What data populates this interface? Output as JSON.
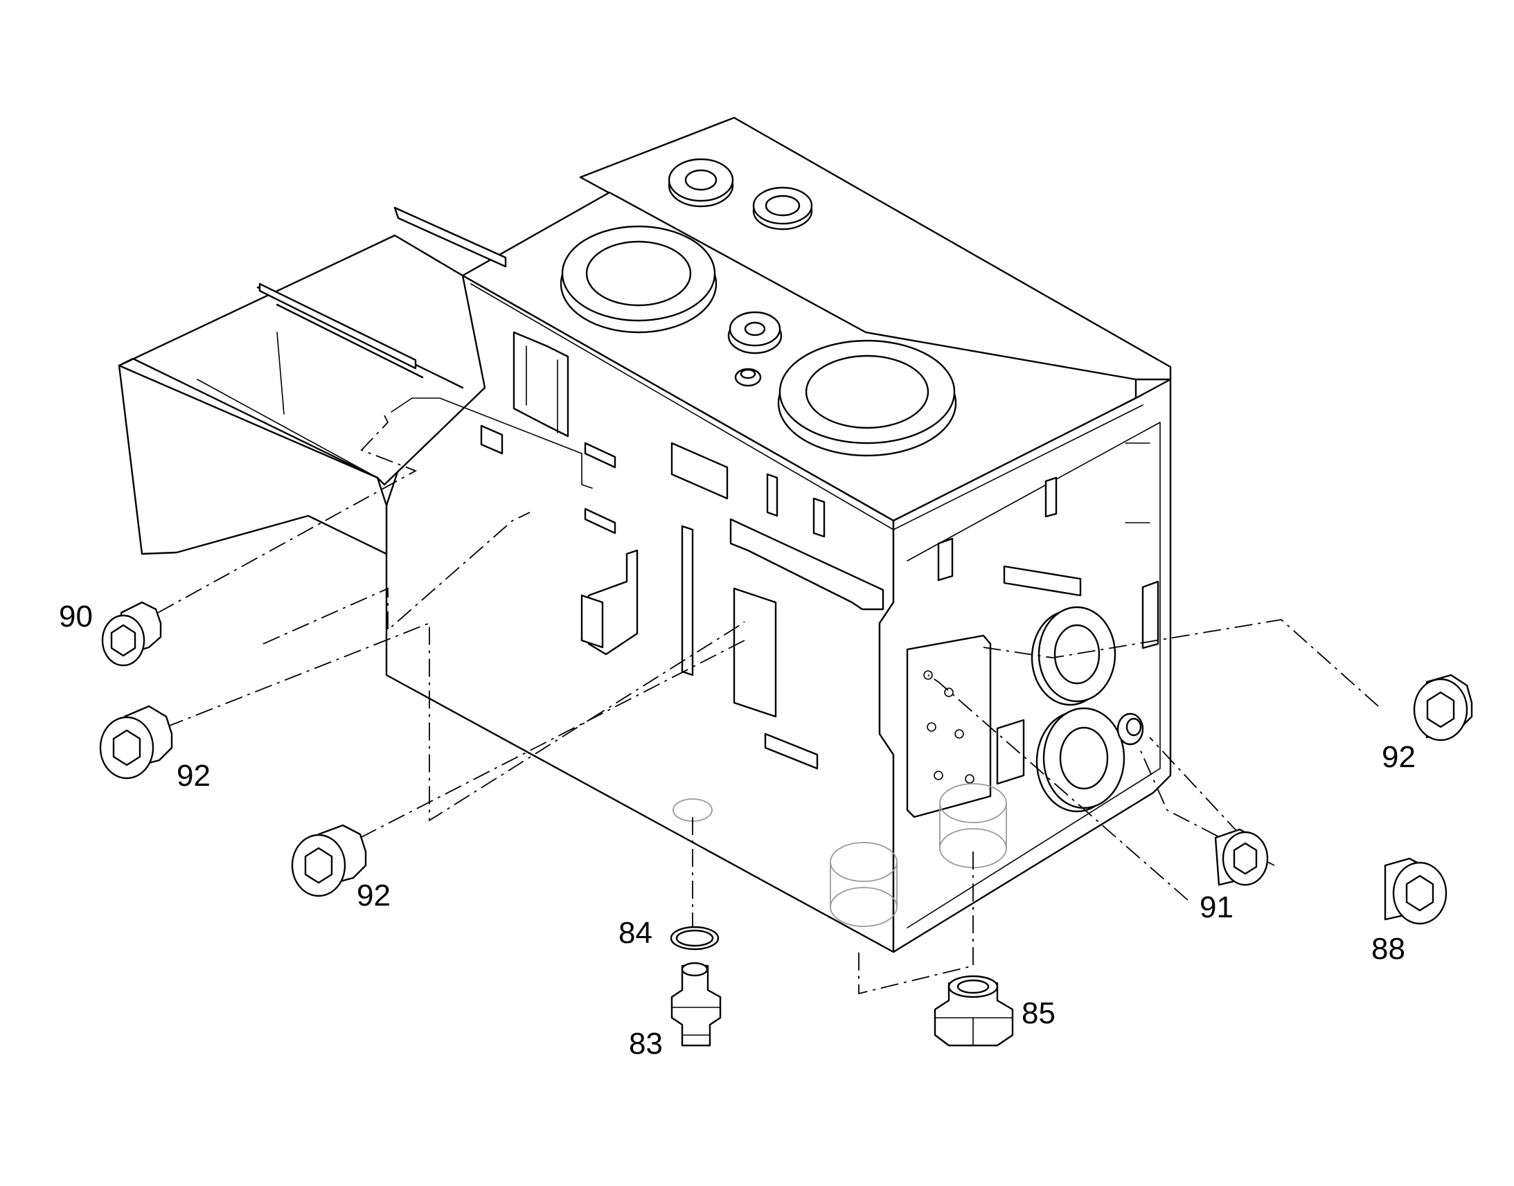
{
  "callouts": [
    {
      "id": "c90",
      "text": "90"
    },
    {
      "id": "c92a",
      "text": "92"
    },
    {
      "id": "c92b",
      "text": "92"
    },
    {
      "id": "c92c",
      "text": "92"
    },
    {
      "id": "c91",
      "text": "91"
    },
    {
      "id": "c88",
      "text": "88"
    },
    {
      "id": "c84",
      "text": "84"
    },
    {
      "id": "c83",
      "text": "83"
    },
    {
      "id": "c85",
      "text": "85"
    }
  ],
  "colors": {
    "line": "#000000",
    "ghost": "#9a9a9a",
    "background": "#ffffff"
  }
}
